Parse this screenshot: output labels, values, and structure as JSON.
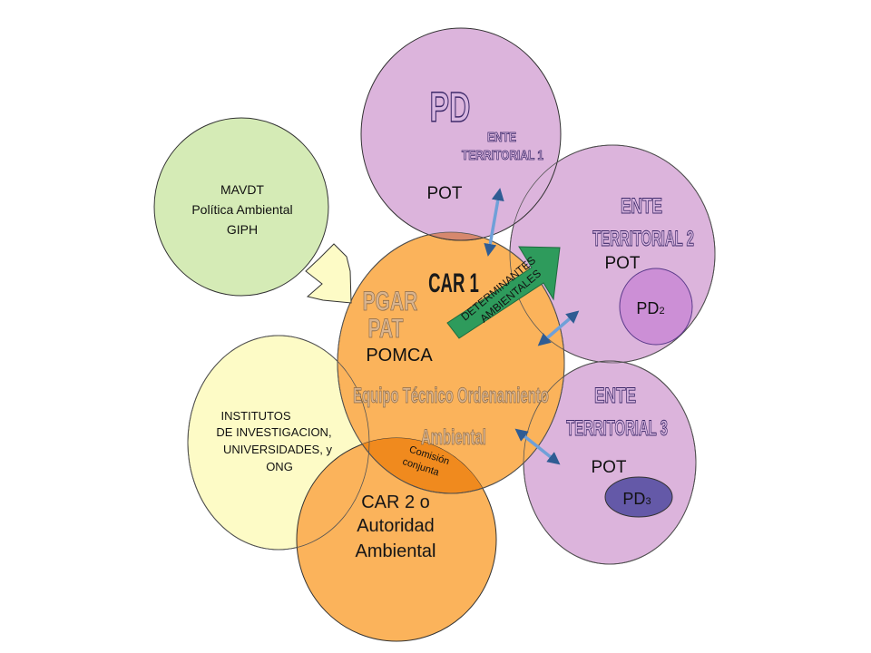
{
  "colors": {
    "purple_fill": "#dcb4dc",
    "purple_dark": "#5a3a8a",
    "orange_fill": "#fbb35b",
    "orange_dark": "#f08a1e",
    "green_fill": "#d5ebb6",
    "yellow_fill": "#fdfbc6",
    "arrow_green": "#2e9b5c",
    "arrow_blue": "#6fa0d8",
    "overlap_brown": "#d6886e",
    "pd_small_fill": "#cc8fd6",
    "pd3_fill": "#6459a8",
    "stroke": "#333333"
  },
  "mavdt": {
    "line1": "MAVDT",
    "line2": "Política Ambiental",
    "line3": "GIPH"
  },
  "institutos": {
    "line1": "INSTITUTOS",
    "line2": "DE INVESTIGACION,",
    "line3": "UNIVERSIDADES, y",
    "line4": "ONG"
  },
  "car1": {
    "title": "CAR 1",
    "pgar": "PGAR",
    "pat": "PAT",
    "pomca": "POMCA",
    "equipo_line1": "Equipo Técnico Ordenamiento",
    "equipo_line2": "Ambiental"
  },
  "car2": {
    "line1": "CAR 2 o",
    "line2": "Autoridad",
    "line3": "Ambiental"
  },
  "comision": {
    "line1": "Comisión",
    "line2": "conjunta"
  },
  "determinantes": {
    "line1": "DETERMINANTES",
    "line2": "AMBIENTALES"
  },
  "ente1": {
    "pd": "PD",
    "line1": "ENTE",
    "line2": "TERRITORIAL 1",
    "pot": "POT"
  },
  "ente2": {
    "line1": "ENTE",
    "line2": "TERRITORIAL 2",
    "pot": "POT",
    "pd_main": "PD",
    "pd_sub": "2"
  },
  "ente3": {
    "line1": "ENTE",
    "line2": "TERRITORIAL 3",
    "pot": "POT",
    "pd_main": "PD",
    "pd_sub": "3"
  }
}
